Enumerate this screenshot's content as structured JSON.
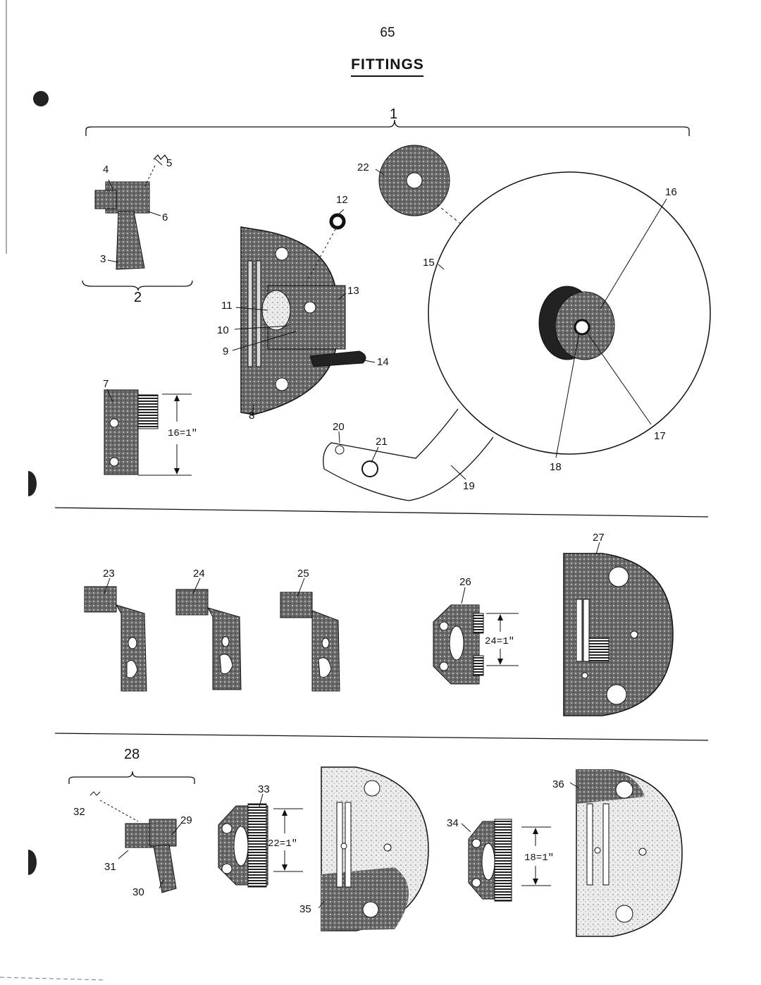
{
  "page": {
    "number": "65",
    "title": "FITTINGS"
  },
  "group_labels": {
    "g1": "1",
    "g2": "2",
    "g28": "28"
  },
  "callouts": {
    "c3": "3",
    "c4": "4",
    "c5": "5",
    "c6": "6",
    "c7": "7",
    "c8": "8",
    "c9": "9",
    "c10": "10",
    "c11": "11",
    "c12": "12",
    "c13": "13",
    "c14": "14",
    "c15": "15",
    "c16": "16",
    "c17": "17",
    "c18": "18",
    "c19": "19",
    "c20": "20",
    "c21": "21",
    "c22": "22",
    "c23": "23",
    "c24": "24",
    "c25": "25",
    "c26": "26",
    "c27": "27",
    "c29": "29",
    "c30": "30",
    "c31": "31",
    "c32": "32",
    "c33": "33",
    "c34": "34",
    "c35": "35",
    "c36": "36"
  },
  "dimensions": {
    "feed7": "16=1\"",
    "feed26": "24=1\"",
    "feed33": "22=1\"",
    "feed34": "18=1\""
  }
}
